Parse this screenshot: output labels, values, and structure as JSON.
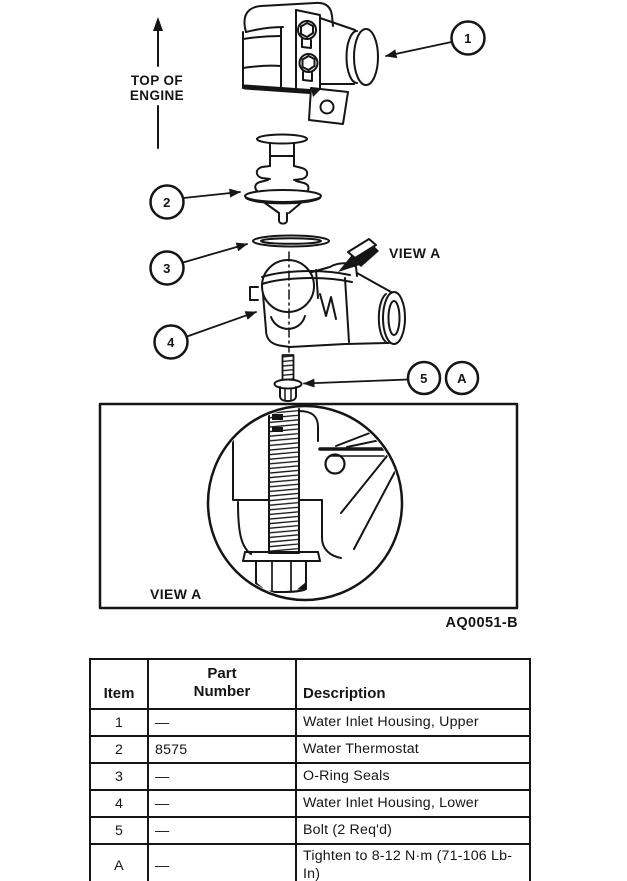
{
  "colors": {
    "ink": "#151515",
    "paper": "#ffffff"
  },
  "diagram": {
    "orientation": {
      "line1": "TOP OF",
      "line2": "ENGINE"
    },
    "view_pointer_label": "VIEW A",
    "view_box_label": "VIEW A",
    "figure_code": "AQ0051-B",
    "callouts": [
      "1",
      "2",
      "3",
      "4",
      "5",
      "A"
    ]
  },
  "table": {
    "headers": {
      "item": "Item",
      "part_line1": "Part",
      "part_line2": "Number",
      "description": "Description"
    },
    "rows": [
      {
        "item": "1",
        "part_number": "—",
        "description": "Water Inlet Housing, Upper"
      },
      {
        "item": "2",
        "part_number": "8575",
        "description": "Water Thermostat"
      },
      {
        "item": "3",
        "part_number": "—",
        "description": "O-Ring Seals"
      },
      {
        "item": "4",
        "part_number": "—",
        "description": "Water Inlet Housing, Lower"
      },
      {
        "item": "5",
        "part_number": "—",
        "description": "Bolt (2 Req'd)"
      },
      {
        "item": "A",
        "part_number": "—",
        "description": "Tighten to 8-12 N·m (71-106 Lb-In)"
      }
    ]
  }
}
